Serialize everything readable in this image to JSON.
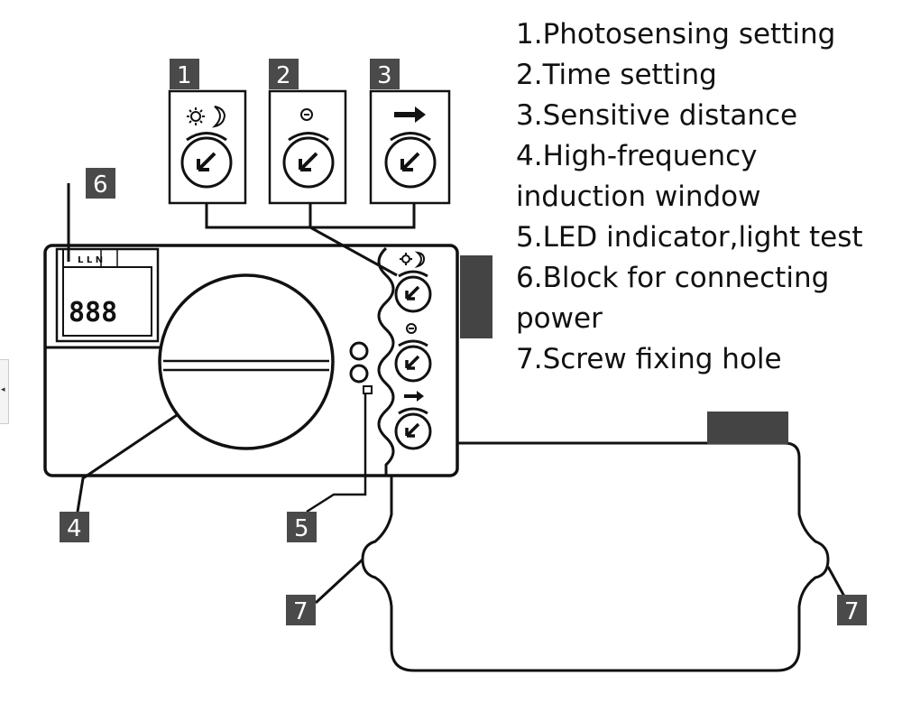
{
  "legend": {
    "item1": "1.Photosensing setting",
    "item2": "2.Time setting",
    "item3": "3.Sensitive distance",
    "item4a": "4.High-frequency",
    "item4b": "induction window",
    "item5": "5.LED indicator,light test",
    "item6a": "6.Block for connecting",
    "item6b": "power",
    "item7": "7.Screw fixing hole"
  },
  "tags": {
    "t1": "1",
    "t2": "2",
    "t3": "3",
    "t4": "4",
    "t5": "5",
    "t6": "6",
    "t7a": "7",
    "t7b": "7"
  },
  "terminal": {
    "labels": "L L N",
    "display": "888"
  },
  "icons": [
    "sun-moon-icon",
    "clock-icon",
    "arrow-right-icon"
  ],
  "colors": {
    "line": "#111111",
    "tag_fill": "#4a4a4a",
    "tag_text": "#ffffff",
    "block": "#444444"
  }
}
